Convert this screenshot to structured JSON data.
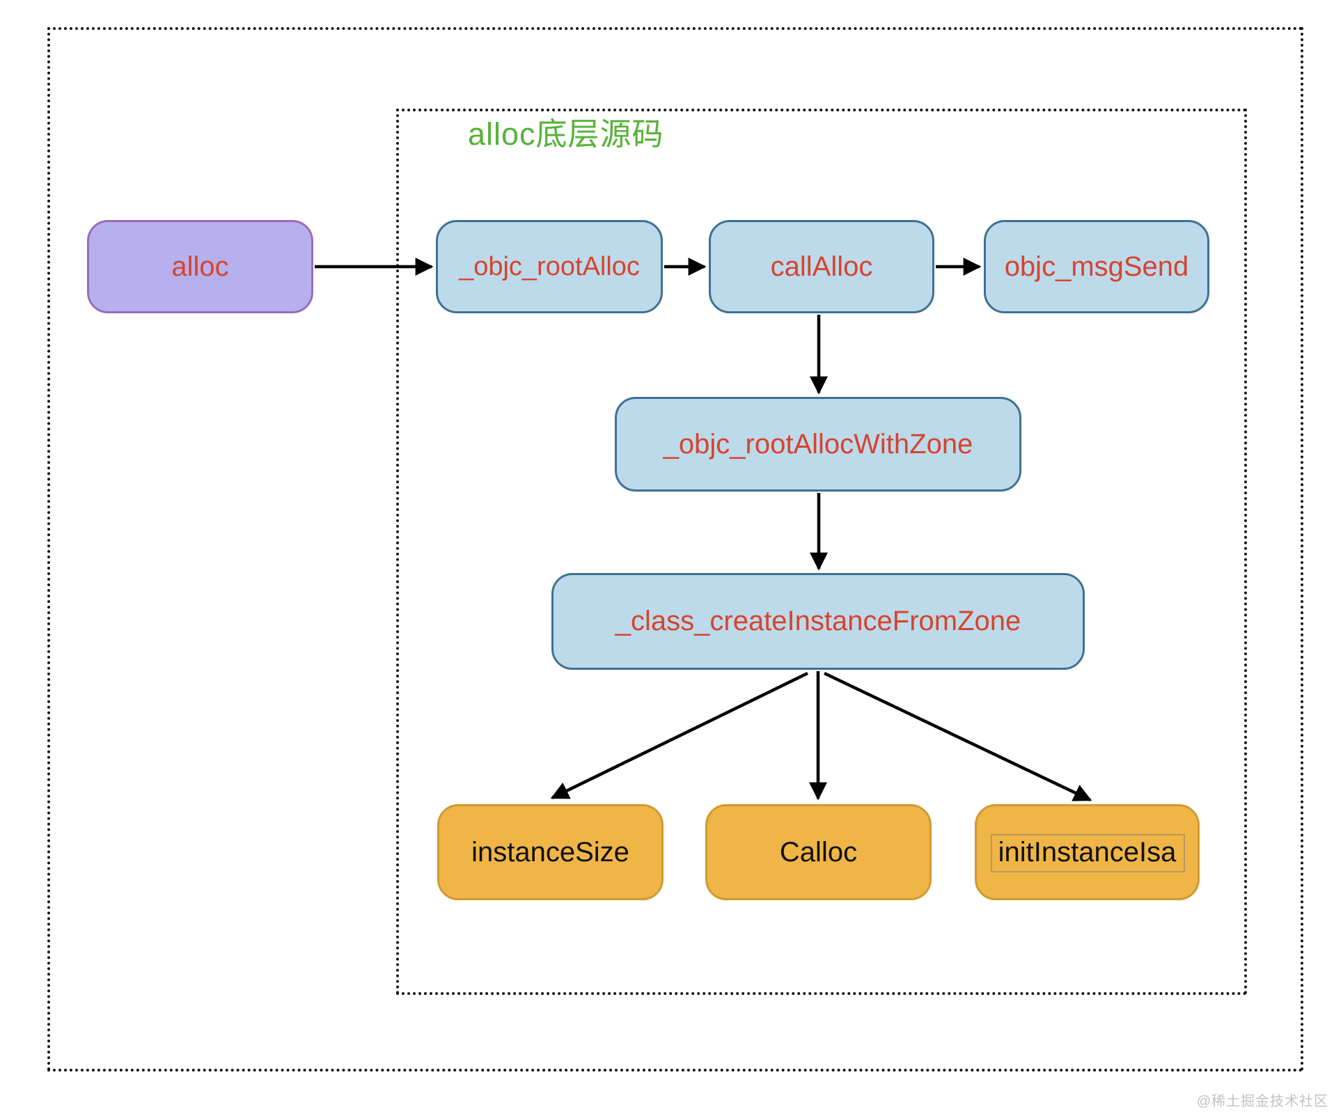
{
  "diagram": {
    "title": "alloc底层源码",
    "nodes": {
      "alloc": {
        "label": "alloc",
        "style": "purple"
      },
      "objc_rootAlloc": {
        "label": "_objc_rootAlloc",
        "style": "blue"
      },
      "callAlloc": {
        "label": "callAlloc",
        "style": "blue"
      },
      "objc_msgSend": {
        "label": "objc_msgSend",
        "style": "blue"
      },
      "objc_rootAllocWithZone": {
        "label": "_objc_rootAllocWithZone",
        "style": "blue"
      },
      "class_createInstanceFromZone": {
        "label": "_class_createInstanceFromZone",
        "style": "blue"
      },
      "instanceSize": {
        "label": "instanceSize",
        "style": "orange"
      },
      "calloc": {
        "label": "Calloc",
        "style": "orange"
      },
      "initInstanceIsa": {
        "label": "initInstanceIsa",
        "style": "orange",
        "text_selected": true
      }
    },
    "edges": [
      {
        "from": "alloc",
        "to": "objc_rootAlloc"
      },
      {
        "from": "objc_rootAlloc",
        "to": "callAlloc"
      },
      {
        "from": "callAlloc",
        "to": "objc_msgSend"
      },
      {
        "from": "callAlloc",
        "to": "objc_rootAllocWithZone"
      },
      {
        "from": "objc_rootAllocWithZone",
        "to": "class_createInstanceFromZone"
      },
      {
        "from": "class_createInstanceFromZone",
        "to": "instanceSize"
      },
      {
        "from": "class_createInstanceFromZone",
        "to": "calloc"
      },
      {
        "from": "class_createInstanceFromZone",
        "to": "initInstanceIsa"
      }
    ],
    "colors": {
      "title_green": "#56b33a",
      "node_text_red": "#d7432d",
      "blue_fill": "#bddaeb",
      "blue_border": "#3f7191",
      "purple_fill": "#b6b1ee",
      "purple_border": "#9d6bb7",
      "orange_fill": "#efb546",
      "orange_border": "#d0992f",
      "orange_text": "#101010",
      "arrow_black": "#000000",
      "watermark_gray": "#c2c2c2"
    },
    "watermark": "@稀土掘金技术社区"
  }
}
